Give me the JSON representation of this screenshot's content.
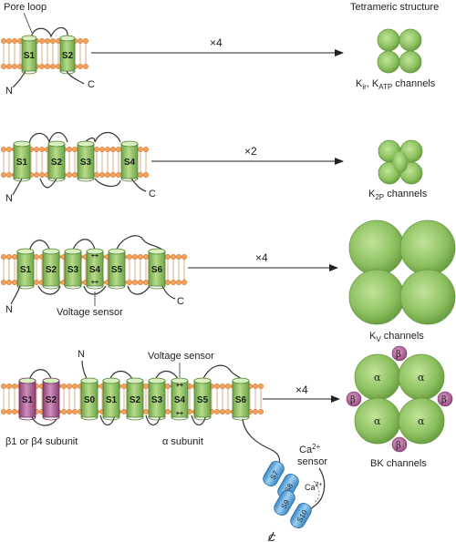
{
  "header": {
    "pore_loop": "Pore loop",
    "tetrameric_structure": "Tetrameric structure"
  },
  "rows": [
    {
      "segments": [
        "S1",
        "S2"
      ],
      "n_label": "N",
      "c_label": "C",
      "multiplier": "×4",
      "caption_main": "K",
      "caption_sub1": "ir",
      "caption_mid": ", K",
      "caption_sub2": "ATP",
      "caption_end": " channels"
    },
    {
      "segments": [
        "S1",
        "S2",
        "S3",
        "S4"
      ],
      "n_label": "N",
      "c_label": "C",
      "multiplier": "×2",
      "caption_main": "K",
      "caption_sub": "2P",
      "caption_end": " channels"
    },
    {
      "segments": [
        "S1",
        "S2",
        "S3",
        "S4",
        "S5",
        "S6"
      ],
      "n_label": "N",
      "c_label": "C",
      "multiplier": "×4",
      "voltage_sensor": "Voltage sensor",
      "caption_main": "K",
      "caption_sub": "V",
      "caption_end": " channels"
    },
    {
      "beta_segments": [
        "S1",
        "S2"
      ],
      "alpha_segments": [
        "S0",
        "S1",
        "S2",
        "S3",
        "S4",
        "S5",
        "S6"
      ],
      "n_label": "N",
      "c_label": "C",
      "multiplier": "×4",
      "voltage_sensor": "Voltage sensor",
      "beta_label": "β1 or β4 subunit",
      "alpha_label": "α subunit",
      "ca_sensor_line1_main": "Ca",
      "ca_sensor_line1_sup": "2+",
      "ca_sensor_line2": "sensor",
      "ca_ion": "Ca",
      "ca_ion_sup": "2+",
      "rck_labels": [
        "S7",
        "S8",
        "S9",
        "S10"
      ],
      "alpha_symbol": "α",
      "beta_symbol": "β",
      "caption": "BK channels"
    }
  ],
  "charges": "++",
  "colors": {
    "green": "#8dc063",
    "green_dark": "#5a8f36",
    "purple": "#a85a8f",
    "blue": "#4f9fd8",
    "lipid_head": "#f2a05c"
  }
}
